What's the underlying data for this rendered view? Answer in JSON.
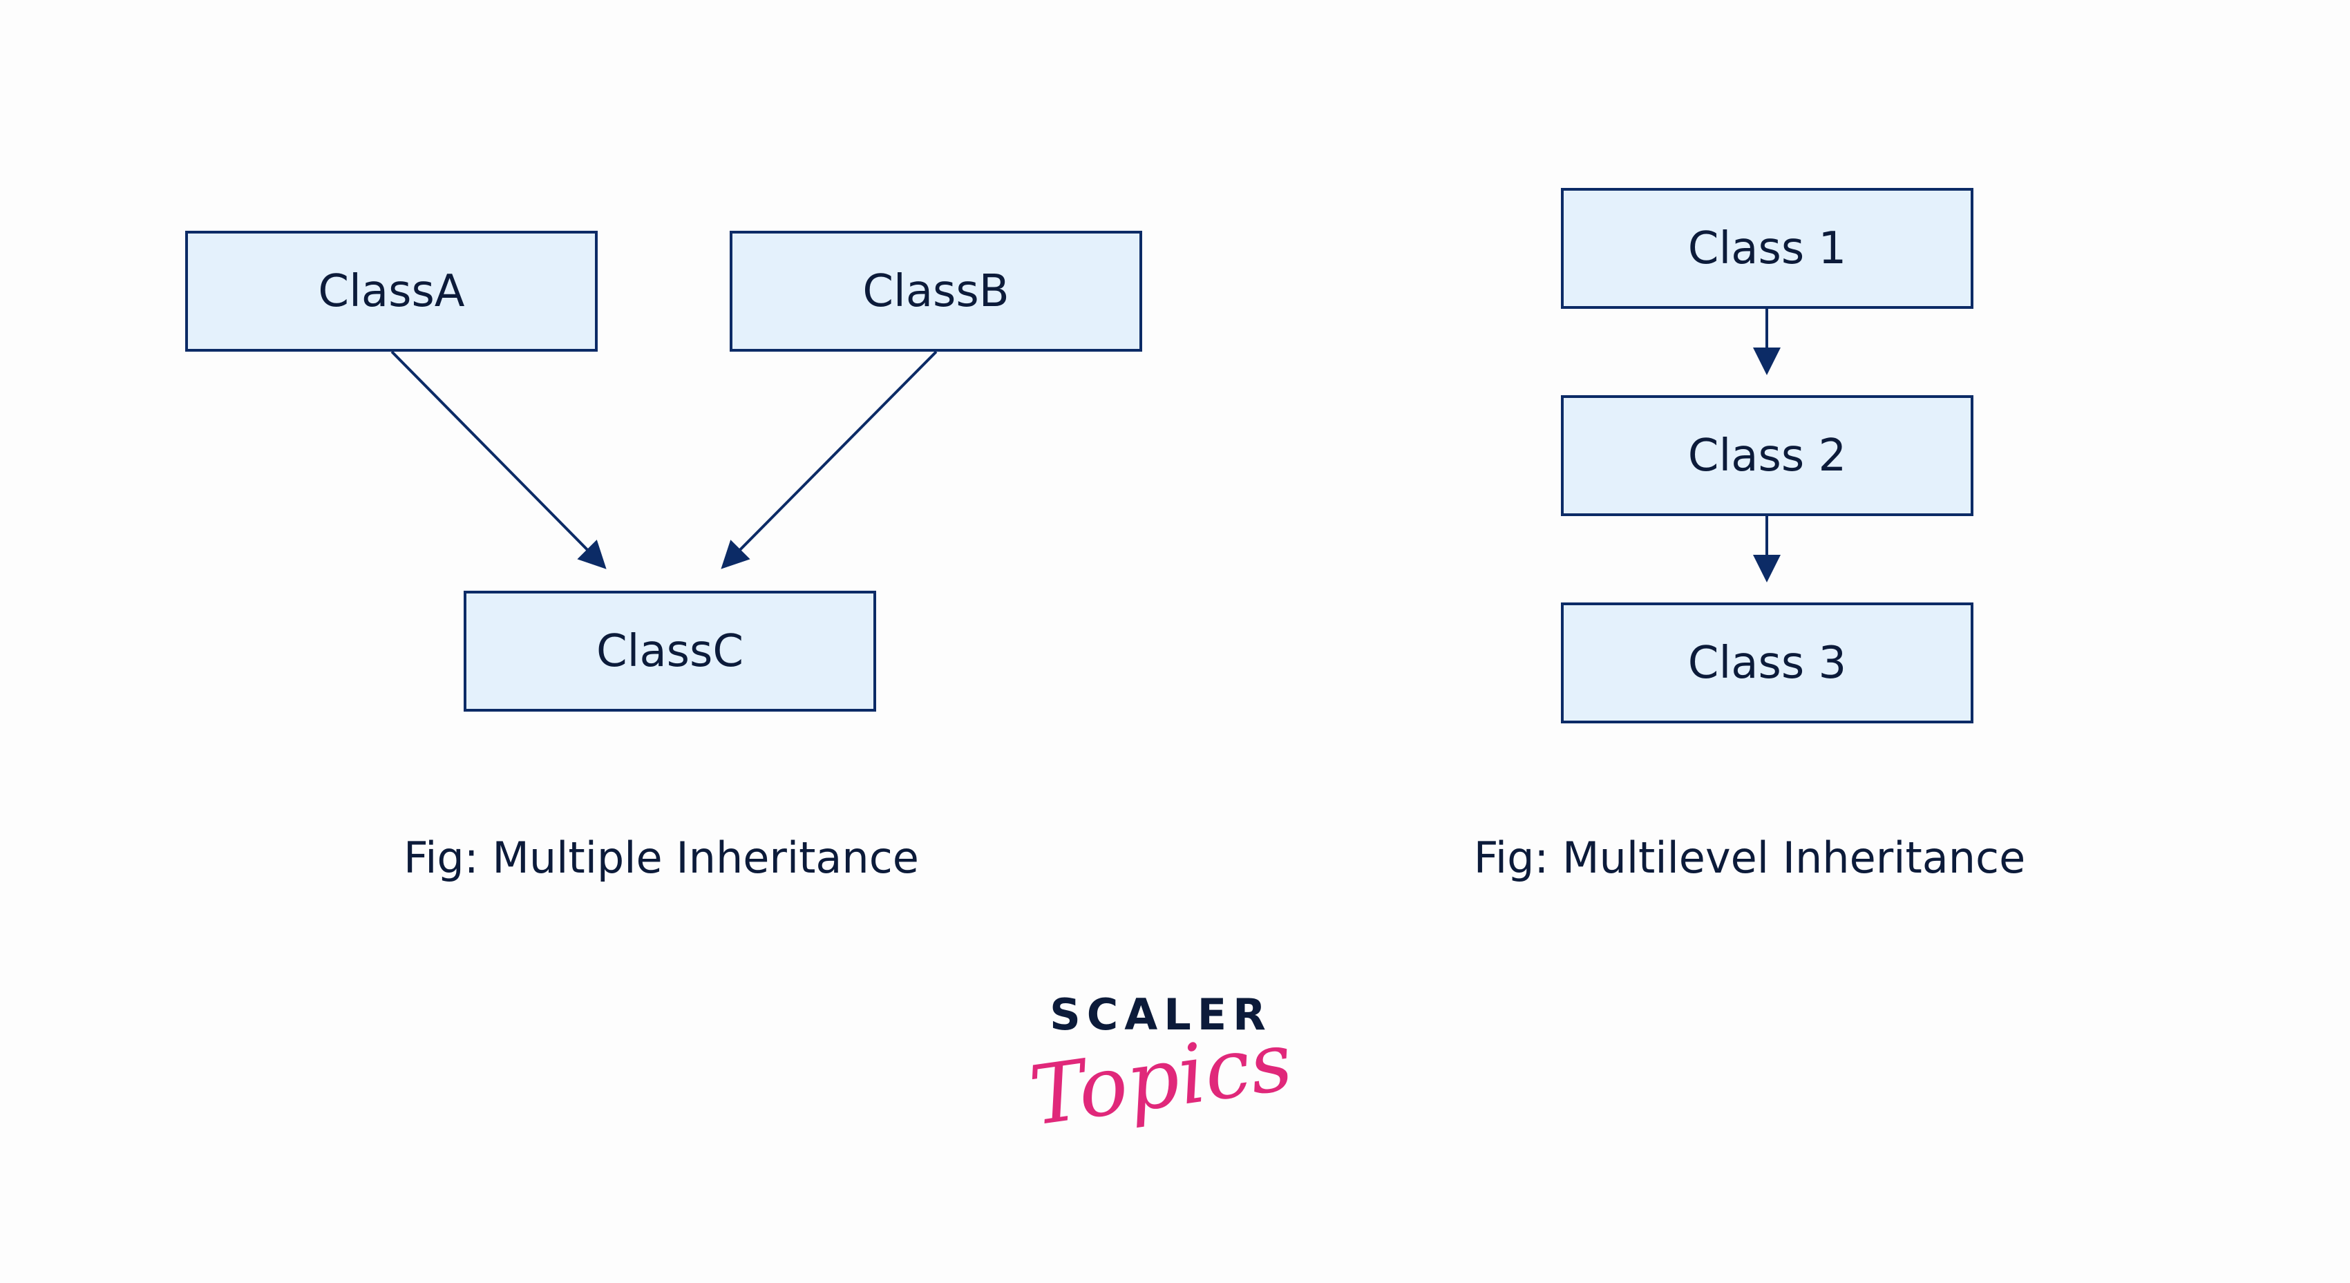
{
  "multiple": {
    "parent_a": "ClassA",
    "parent_b": "ClassB",
    "child": "ClassC",
    "caption": "Fig: Multiple Inheritance"
  },
  "multilevel": {
    "level_1": "Class 1",
    "level_2": "Class 2",
    "level_3": "Class 3",
    "caption": "Fig: Multilevel Inheritance"
  },
  "brand": {
    "wordmark": "SCALER",
    "script": "Topics"
  },
  "colors": {
    "box_fill": "#e4f1fc",
    "box_border": "#0c2b66",
    "text": "#0c1b3a",
    "arrow": "#0c2b66",
    "brand_pink": "#e0287a"
  }
}
